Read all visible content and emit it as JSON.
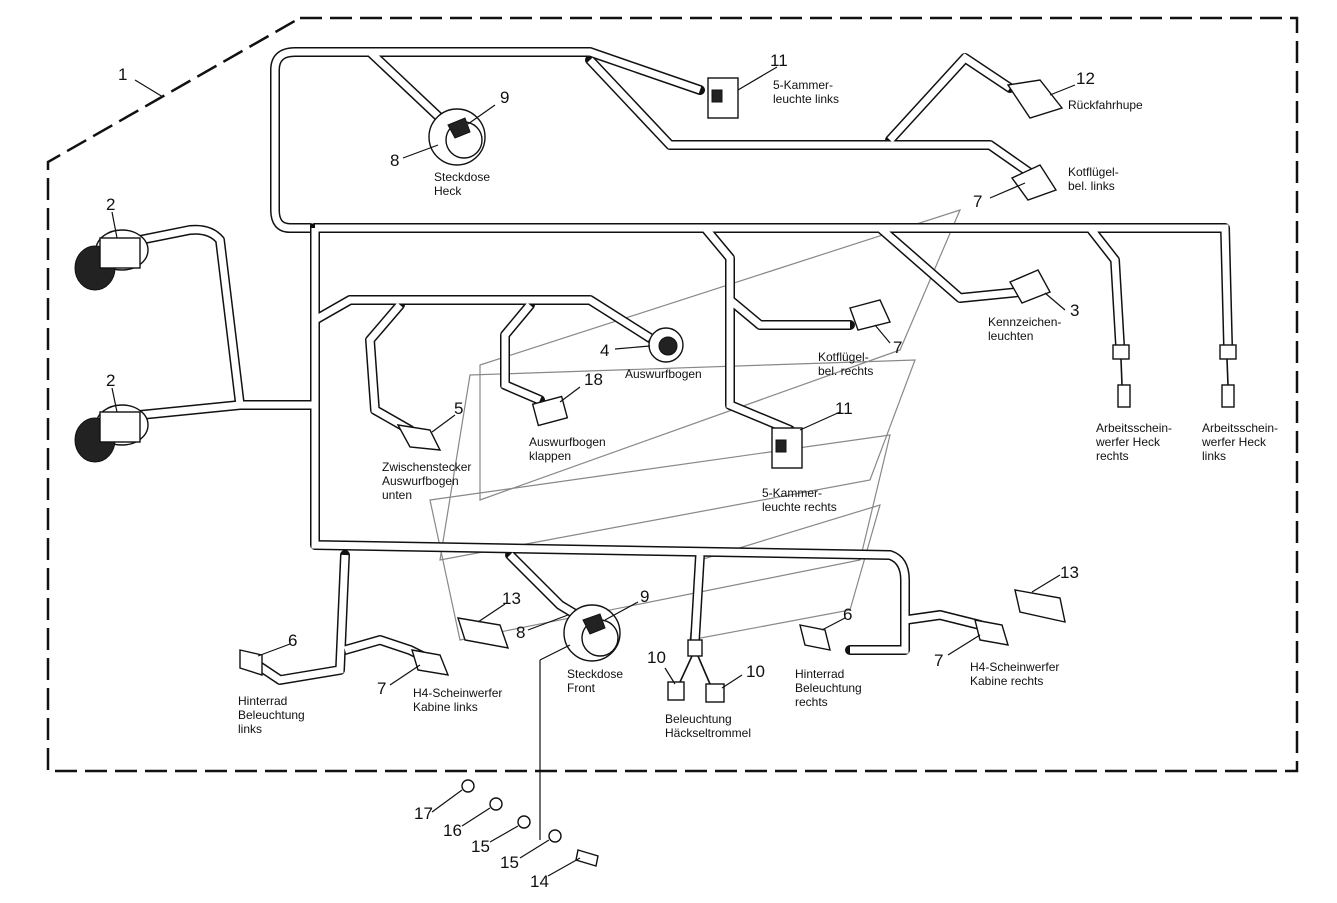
{
  "callouts": {
    "c1": "1",
    "c2a": "2",
    "c2b": "2",
    "c3": "3",
    "c4": "4",
    "c5": "5",
    "c6a": "6",
    "c6b": "6",
    "c7a": "7",
    "c7b": "7",
    "c7c": "7",
    "c7d": "7",
    "c8a": "8",
    "c8b": "8",
    "c9a": "9",
    "c9b": "9",
    "c10a": "10",
    "c10b": "10",
    "c11a": "11",
    "c11b": "11",
    "c12": "12",
    "c13a": "13",
    "c13b": "13",
    "c14": "14",
    "c15a": "15",
    "c15b": "15",
    "c16": "16",
    "c17": "17",
    "c18": "18"
  },
  "labels": {
    "kammer_links": [
      "5-Kammer-",
      "leuchte links"
    ],
    "rueckfahrhupe": [
      "Rückfahrhupe"
    ],
    "steckdose_heck": [
      "Steckdose",
      "Heck"
    ],
    "kotfluegel_links": [
      "Kotflügel-",
      "bel. links"
    ],
    "kennzeichen": [
      "Kennzeichen-",
      "leuchten"
    ],
    "kotfluegel_rechts": [
      "Kotflügel-",
      "bel. rechts"
    ],
    "auswurfbogen": [
      "Auswurfbogen"
    ],
    "auswurfbogen_klappen": [
      "Auswurfbogen",
      "klappen"
    ],
    "zwischenstecker": [
      "Zwischenstecker",
      "Auswurfbogen",
      "unten"
    ],
    "arbeit_rechts": [
      "Arbeitsschein-",
      "werfer Heck",
      "rechts"
    ],
    "arbeit_links": [
      "Arbeitsschein-",
      "werfer Heck",
      "links"
    ],
    "kammer_rechts": [
      "5-Kammer-",
      "leuchte rechts"
    ],
    "hinterrad_links": [
      "Hinterrad",
      "Beleuchtung",
      "links"
    ],
    "h4_links": [
      "H4-Scheinwerfer",
      "Kabine links"
    ],
    "steckdose_front": [
      "Steckdose",
      "Front"
    ],
    "haeckseltrommel": [
      "Beleuchtung",
      "Häckseltrommel"
    ],
    "hinterrad_rechts": [
      "Hinterrad",
      "Beleuchtung",
      "rechts"
    ],
    "h4_rechts": [
      "H4-Scheinwerfer",
      "Kabine rechts"
    ]
  },
  "colors": {
    "line": "#111111",
    "watermark": "#888888",
    "background": "#ffffff"
  }
}
